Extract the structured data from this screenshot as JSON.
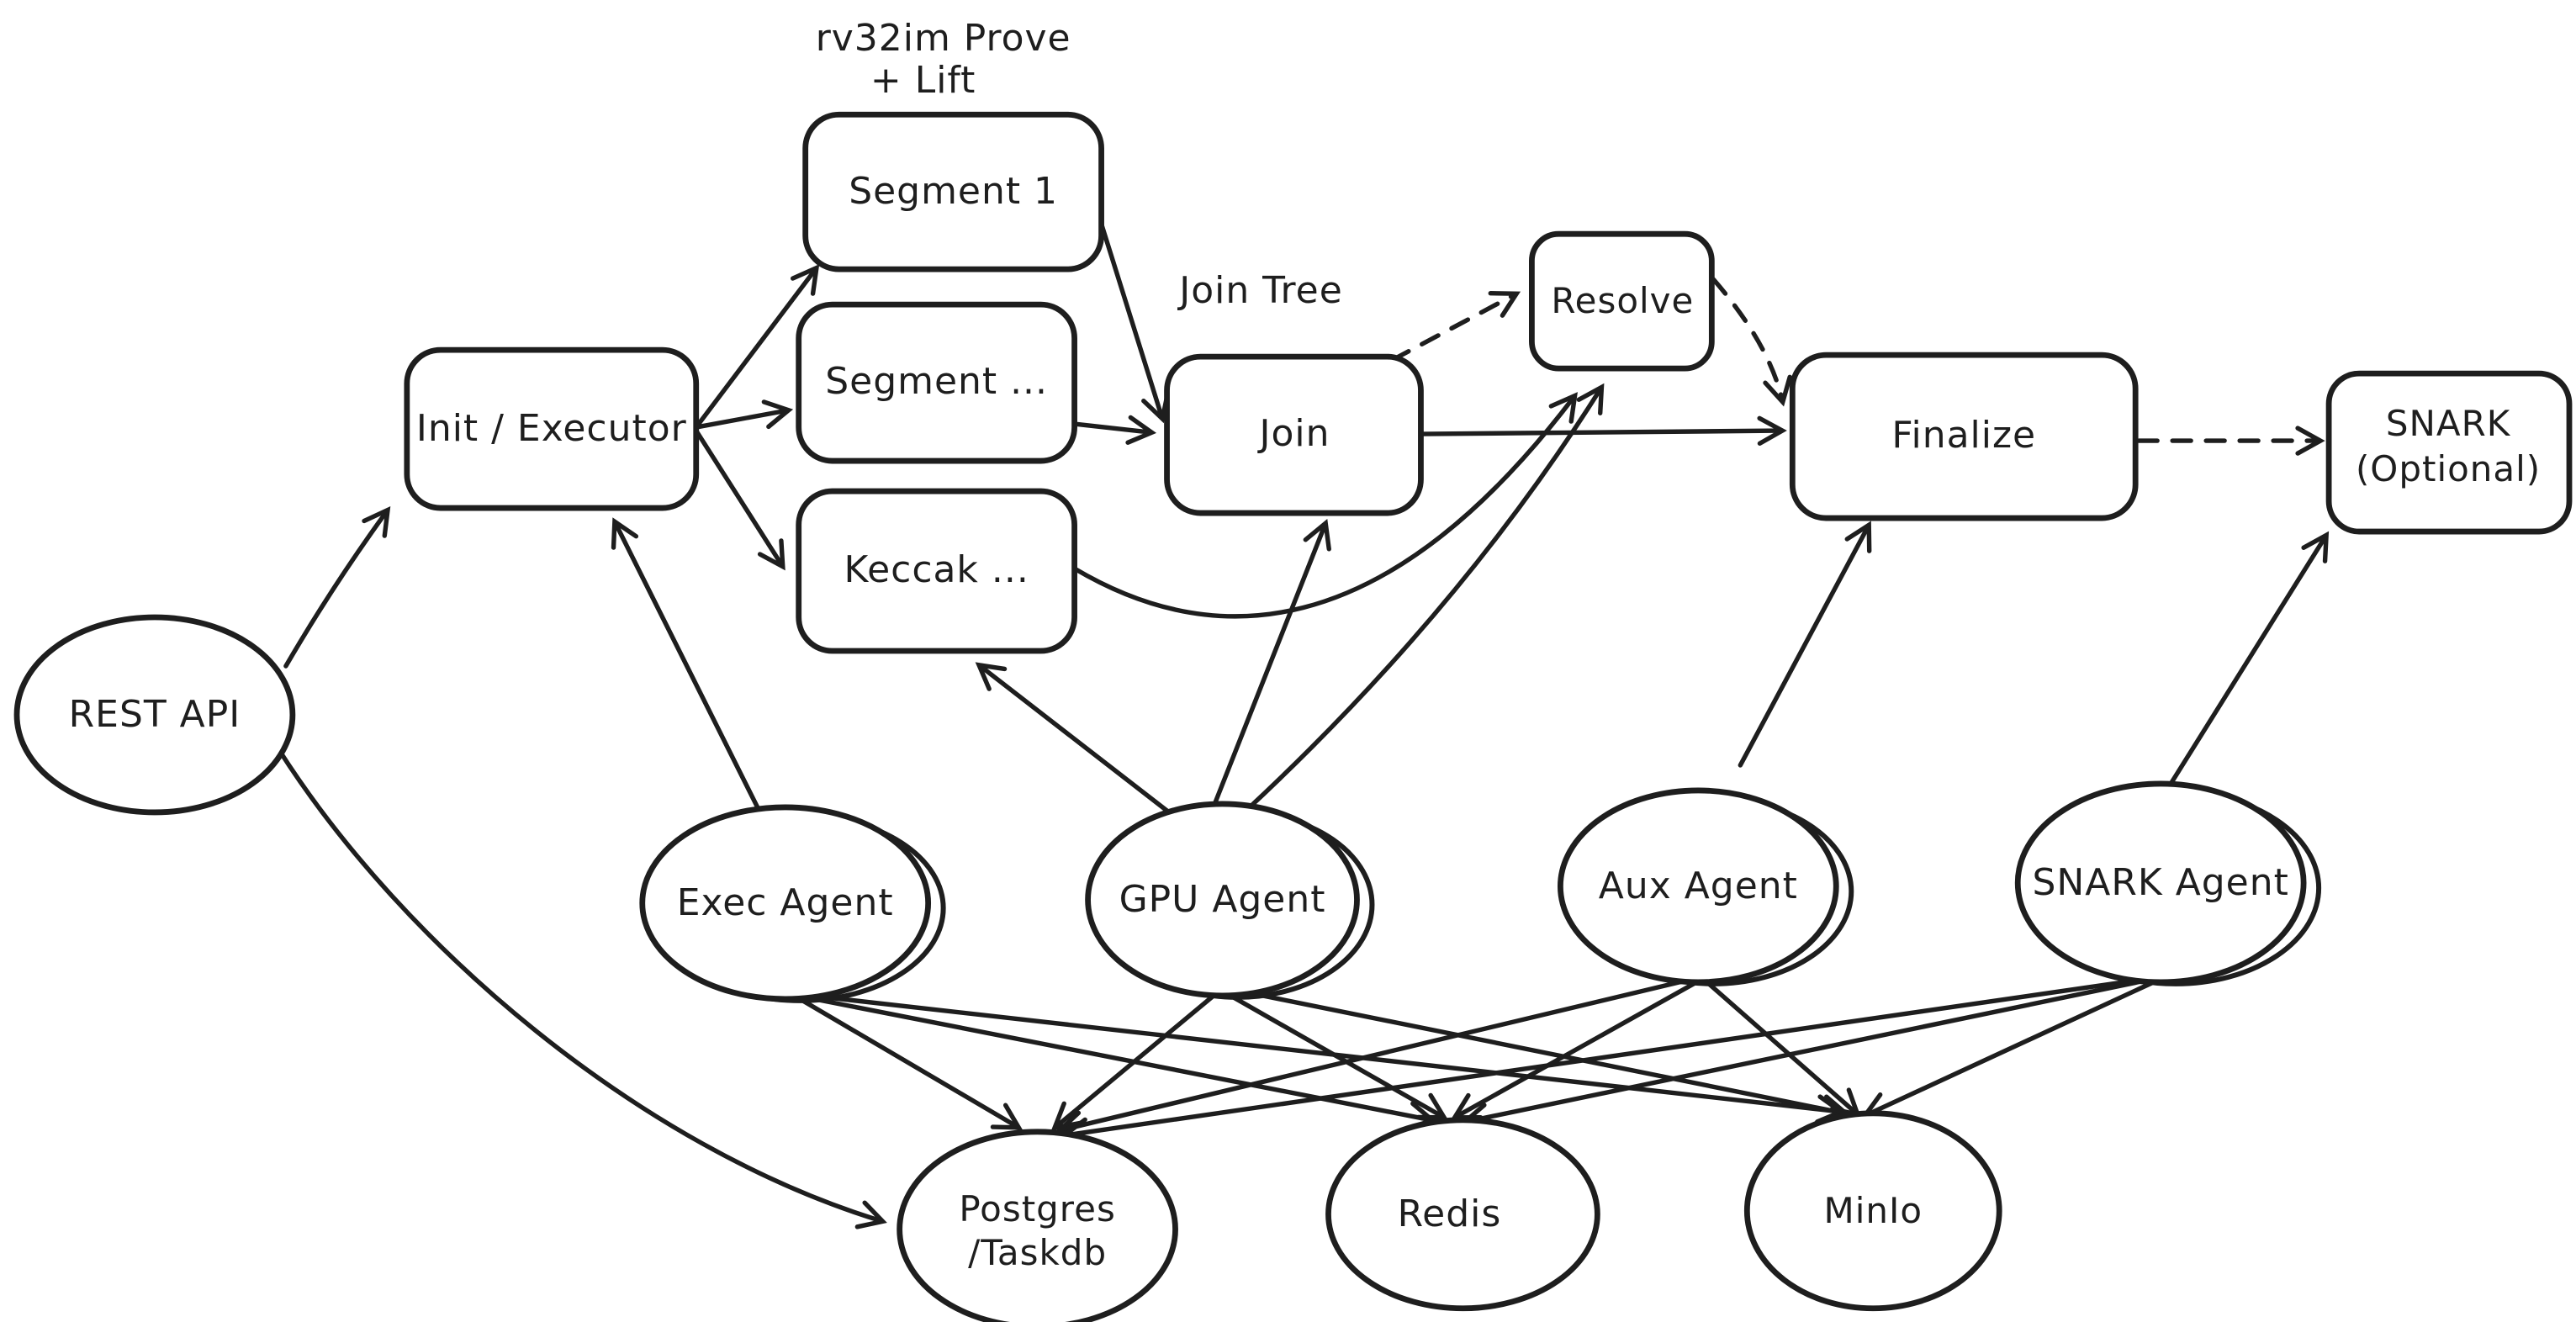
{
  "diagram": {
    "background": "#ffffff",
    "ink_color": "#1e1e1e",
    "style": "hand-drawn-whiteboard",
    "annotations": {
      "prove_lift_line1": "rv32im Prove",
      "prove_lift_line2": "+ Lift",
      "join_tree": "Join Tree"
    },
    "nodes": {
      "rest_api": {
        "shape": "ellipse",
        "label": "REST API"
      },
      "init": {
        "shape": "rounded-rect",
        "label": "Init / Executor"
      },
      "segment1": {
        "shape": "rounded-rect",
        "label": "Segment 1"
      },
      "segment_n": {
        "shape": "rounded-rect",
        "label": "Segment ..."
      },
      "keccak": {
        "shape": "rounded-rect",
        "label": "Keccak ..."
      },
      "join": {
        "shape": "rounded-rect",
        "label": "Join"
      },
      "resolve": {
        "shape": "rounded-rect",
        "label": "Resolve"
      },
      "finalize": {
        "shape": "rounded-rect",
        "label": "Finalize"
      },
      "snark": {
        "shape": "rounded-rect",
        "label_line1": "SNARK",
        "label_line2": "(Optional)"
      },
      "exec_agent": {
        "shape": "ellipse",
        "label": "Exec Agent"
      },
      "gpu_agent": {
        "shape": "ellipse",
        "label": "GPU Agent"
      },
      "aux_agent": {
        "shape": "ellipse",
        "label": "Aux Agent"
      },
      "snark_agent": {
        "shape": "ellipse",
        "label": "SNARK Agent"
      },
      "postgres": {
        "shape": "ellipse",
        "label_line1": "Postgres",
        "label_line2": "/Taskdb"
      },
      "redis": {
        "shape": "ellipse",
        "label": "Redis"
      },
      "minio": {
        "shape": "ellipse",
        "label": "MinIo"
      }
    },
    "edges": [
      {
        "from": "rest_api",
        "to": "init",
        "style": "solid"
      },
      {
        "from": "rest_api",
        "to": "postgres",
        "style": "solid"
      },
      {
        "from": "init",
        "to": "segment1",
        "style": "solid"
      },
      {
        "from": "init",
        "to": "segment_n",
        "style": "solid"
      },
      {
        "from": "init",
        "to": "keccak",
        "style": "solid"
      },
      {
        "from": "segment1",
        "to": "join",
        "style": "solid"
      },
      {
        "from": "segment_n",
        "to": "join",
        "style": "solid"
      },
      {
        "from": "keccak",
        "to": "resolve",
        "style": "solid"
      },
      {
        "from": "join",
        "to": "resolve",
        "style": "dashed"
      },
      {
        "from": "resolve",
        "to": "finalize",
        "style": "dashed"
      },
      {
        "from": "join",
        "to": "finalize",
        "style": "solid"
      },
      {
        "from": "finalize",
        "to": "snark",
        "style": "dashed"
      },
      {
        "from": "exec_agent",
        "to": "init",
        "style": "solid"
      },
      {
        "from": "gpu_agent",
        "to": "keccak",
        "style": "solid"
      },
      {
        "from": "gpu_agent",
        "to": "join",
        "style": "solid"
      },
      {
        "from": "gpu_agent",
        "to": "resolve",
        "style": "solid"
      },
      {
        "from": "aux_agent",
        "to": "finalize",
        "style": "solid"
      },
      {
        "from": "snark_agent",
        "to": "snark",
        "style": "solid"
      },
      {
        "from": "exec_agent",
        "to": "postgres",
        "style": "solid"
      },
      {
        "from": "exec_agent",
        "to": "redis",
        "style": "solid"
      },
      {
        "from": "exec_agent",
        "to": "minio",
        "style": "solid"
      },
      {
        "from": "gpu_agent",
        "to": "postgres",
        "style": "solid"
      },
      {
        "from": "gpu_agent",
        "to": "redis",
        "style": "solid"
      },
      {
        "from": "gpu_agent",
        "to": "minio",
        "style": "solid"
      },
      {
        "from": "aux_agent",
        "to": "postgres",
        "style": "solid"
      },
      {
        "from": "aux_agent",
        "to": "redis",
        "style": "solid"
      },
      {
        "from": "aux_agent",
        "to": "minio",
        "style": "solid"
      },
      {
        "from": "snark_agent",
        "to": "postgres",
        "style": "solid"
      },
      {
        "from": "snark_agent",
        "to": "redis",
        "style": "solid"
      },
      {
        "from": "snark_agent",
        "to": "minio",
        "style": "solid"
      }
    ]
  }
}
